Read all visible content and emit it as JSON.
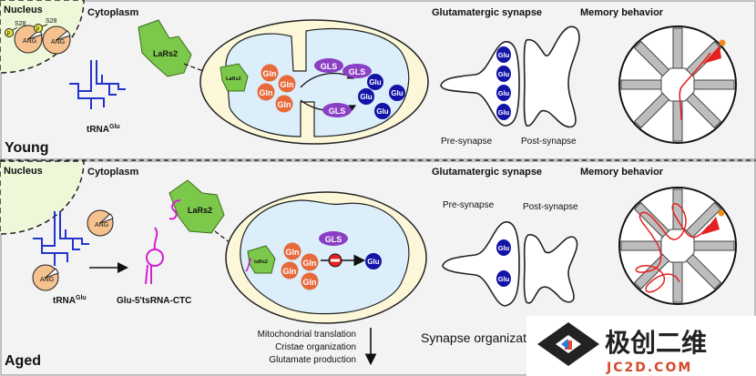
{
  "panels": {
    "young": {
      "label": "Young",
      "nucleus": "Nucleus",
      "cytoplasm": "Cytoplasm",
      "phospho": "P",
      "site": "S28",
      "ang": "ANG",
      "trna_base": "tRNA",
      "trna_sup": "Glu",
      "lars2": "LaRs2",
      "lars2_small": "LaRs2",
      "gln": "Gln",
      "gls": "GLS",
      "glu": "Glu",
      "synapse_title": "Glutamatergic synapse",
      "pre": "Pre-synapse",
      "post": "Post-synapse",
      "memory": "Memory behavior"
    },
    "aged": {
      "label": "Aged",
      "nucleus": "Nucleus",
      "cytoplasm": "Cytoplasm",
      "ang": "ANG",
      "trna_base": "tRNA",
      "trna_sup": "Glu",
      "tsrna": "Glu-5'tsRNA-CTC",
      "lars2": "LaRs2",
      "lars2_small": "tsRs2",
      "gln": "Gln",
      "gls": "GLS",
      "glu": "Glu",
      "synapse_title": "Glutamatergic synapse",
      "pre": "Pre-synapse",
      "post": "Post-synapse",
      "memory": "Memory behavior",
      "effects": [
        "Mitochondrial translation",
        "Cristae organization",
        "Glutamate production"
      ],
      "synapse_org": "Synapse organizati"
    }
  },
  "watermark": {
    "text": "极创二维",
    "url": "JC2D.COM"
  },
  "colors": {
    "gln": "#e8693a",
    "gls": "#8a3fc4",
    "glu": "#1313a8",
    "lars2": "#7cc84a",
    "trna": "#2233cc",
    "tsrna": "#d21fd2",
    "ang": "#f5c18e",
    "pathway": "#e62020",
    "nucleus": "#eef7d8",
    "mito": "#fbf7d8",
    "matrix": "#dbeefa"
  }
}
